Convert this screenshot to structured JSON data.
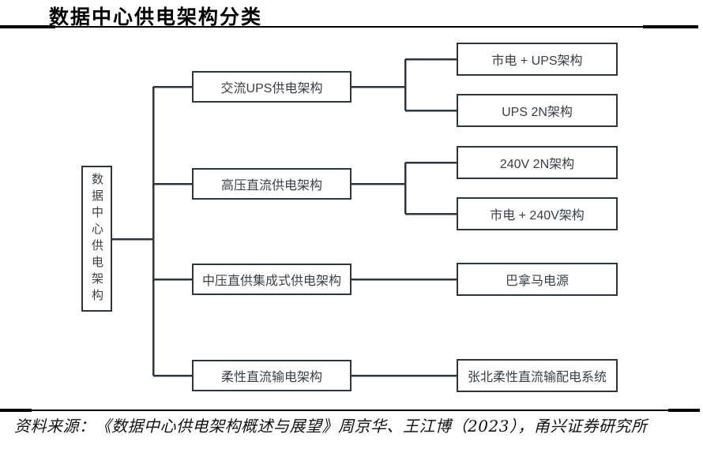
{
  "title": "数据中心供电架构分类",
  "colors": {
    "line": "#2f353d",
    "node_text": "#3a3f46",
    "rule": "#000000"
  },
  "tree": {
    "root": {
      "label": "数据中心供电架构"
    },
    "branches": [
      {
        "label": "交流UPS供电架构",
        "children": [
          "市电 + UPS架构",
          "UPS 2N架构"
        ]
      },
      {
        "label": "高压直流供电架构",
        "children": [
          "240V 2N架构",
          "市电 + 240V架构"
        ]
      },
      {
        "label": "中压直供集成式供电架构",
        "children": [
          "巴拿马电源"
        ]
      },
      {
        "label": "柔性直流输电架构",
        "children": [
          "张北柔性直流输配电系统"
        ]
      }
    ]
  },
  "source": "资料来源：《数据中心供电架构概述与展望》周京华、王江博（2023），甬兴证券研究所"
}
